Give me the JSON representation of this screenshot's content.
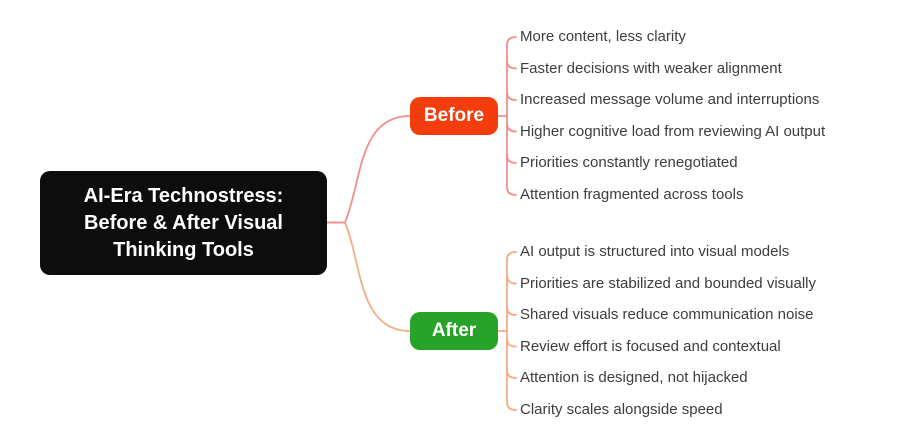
{
  "root": {
    "label": "AI-Era Technostress: Before & After Visual Thinking Tools",
    "lines": [
      "AI-Era Technostress:",
      "Before & After Visual",
      "Thinking Tools"
    ],
    "bg_color": "#0d0d0d",
    "text_color": "#ffffff"
  },
  "branches": [
    {
      "label": "Before",
      "node_color": "#f33d0d",
      "line_color": "#f28e8e",
      "items": [
        "More content, less clarity",
        "Faster decisions with weaker alignment",
        "Increased message volume and interruptions",
        "Higher cognitive load from reviewing AI output",
        "Priorities constantly renegotiated",
        "Attention fragmented across tools"
      ]
    },
    {
      "label": "After",
      "node_color": "#28a228",
      "line_color": "#f7ab80",
      "items": [
        "AI output is structured into visual models",
        "Priorities are stabilized and bounded visually",
        "Shared visuals reduce communication noise",
        "Review effort is focused and contextual",
        "Attention is designed, not hijacked",
        "Clarity scales alongside speed"
      ]
    }
  ]
}
